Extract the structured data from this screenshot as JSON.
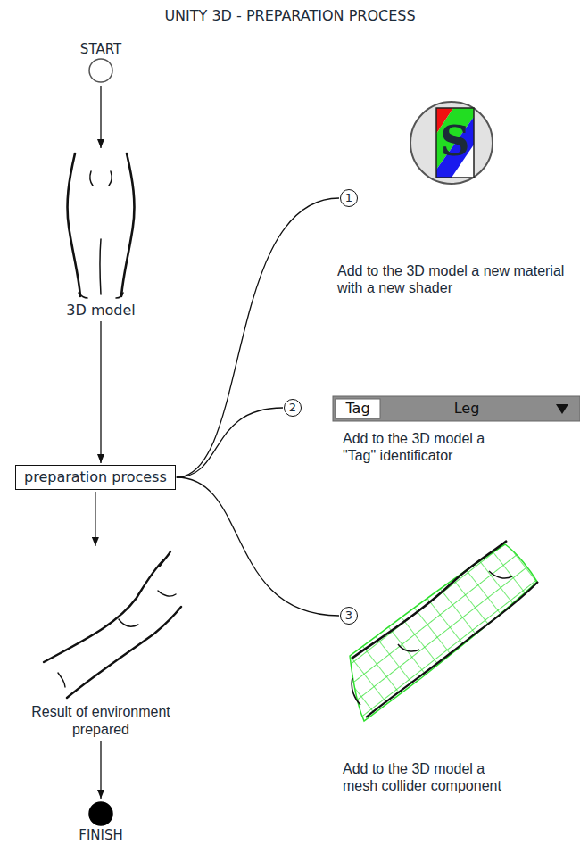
{
  "diagram": {
    "title": "UNITY 3D - PREPARATION PROCESS",
    "nodes": [
      {
        "text": [
          "START"
        ]
      },
      {
        "text": [
          "3D model"
        ]
      },
      {
        "text": [
          "preparation process"
        ]
      },
      {
        "text": [
          "1"
        ]
      },
      {
        "text": [
          "2"
        ]
      },
      {
        "text": [
          "3"
        ]
      },
      {
        "text": [
          "Result of environment prepared"
        ]
      },
      {
        "text": [
          "FINISH"
        ]
      }
    ],
    "edges": [
      {
        "from": 0,
        "to": 1,
        "arrow": "to"
      },
      {
        "from": 1,
        "to": 2,
        "arrow": "to"
      },
      {
        "from": 2,
        "to": 6,
        "arrow": "to"
      },
      {
        "from": 6,
        "to": 7,
        "arrow": "to"
      },
      {
        "from": 2,
        "to": 3,
        "arrow": "none"
      },
      {
        "from": 2,
        "to": 4,
        "arrow": "none"
      },
      {
        "from": 2,
        "to": 5,
        "arrow": "none"
      }
    ],
    "labels": [
      "S",
      "Add to the 3D model a new material with a new shader",
      "Tag",
      "Leg",
      "Add to the 3D model a \"Tag\" identificator",
      "Add to the 3D model a mesh collider component"
    ]
  }
}
